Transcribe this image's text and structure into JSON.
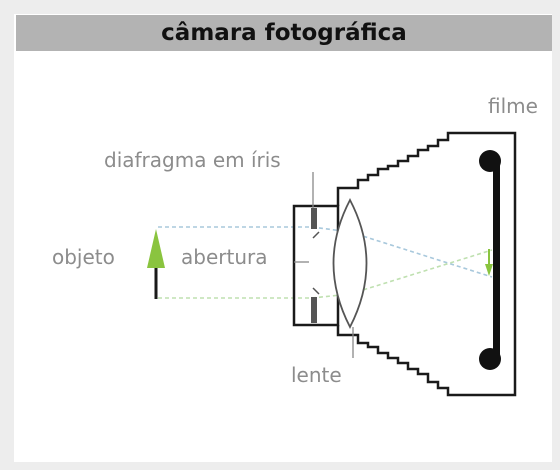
{
  "title": "câmara fotográfica",
  "labels": {
    "film": "filme",
    "iris": "diafragma em íris",
    "object": "objeto",
    "aperture": "abertura",
    "lens": "lente"
  },
  "colors": {
    "outline": "#1a1a1a",
    "label": "#8c8c8c",
    "object_arrow": "#8ac43f",
    "image_arrow": "#8ac43f",
    "rays_top": "#a8c8dc",
    "rays_bottom": "#bfe0b0",
    "title_bar": "#b3b3b3"
  }
}
